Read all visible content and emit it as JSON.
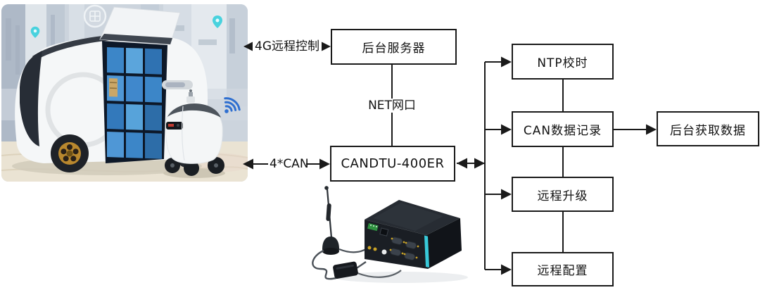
{
  "diagram": {
    "boxes": {
      "server": {
        "label": "后台服务器"
      },
      "candtu": {
        "label": "CANDTU-400ER"
      },
      "ntp": {
        "label": "NTP校时"
      },
      "can_record": {
        "label": "CAN数据记录"
      },
      "backend_fetch": {
        "label": "后台获取数据"
      },
      "remote_upgrade": {
        "label": "远程升级"
      },
      "remote_config": {
        "label": "远程配置"
      }
    },
    "edge_labels": {
      "g4_remote": "4G远程控制",
      "net_port": "NET网口",
      "can_4x": "4*CAN"
    },
    "colors": {
      "line": "#1a1a1a",
      "box_border": "#1a1a1a",
      "box_bg": "#ffffff",
      "text": "#111111"
    }
  },
  "illustrations": {
    "vehicle_scene": {
      "icons": [
        "wifi-icon",
        "location-pin-icon",
        "locker-badge-icon"
      ],
      "colors": {
        "wifi": "#2f6fd0",
        "pin": "#49d2de",
        "locker_blue": "#3c86c8",
        "sky": "#ccd4dd",
        "ground": "#eae3d3",
        "van_body": "#f5f7f8",
        "wheel_hub_gold": "#b9882e"
      }
    },
    "device_photo": {
      "colors": {
        "body": "#1a1e24",
        "accent_strip": "#38c9d9"
      }
    }
  }
}
